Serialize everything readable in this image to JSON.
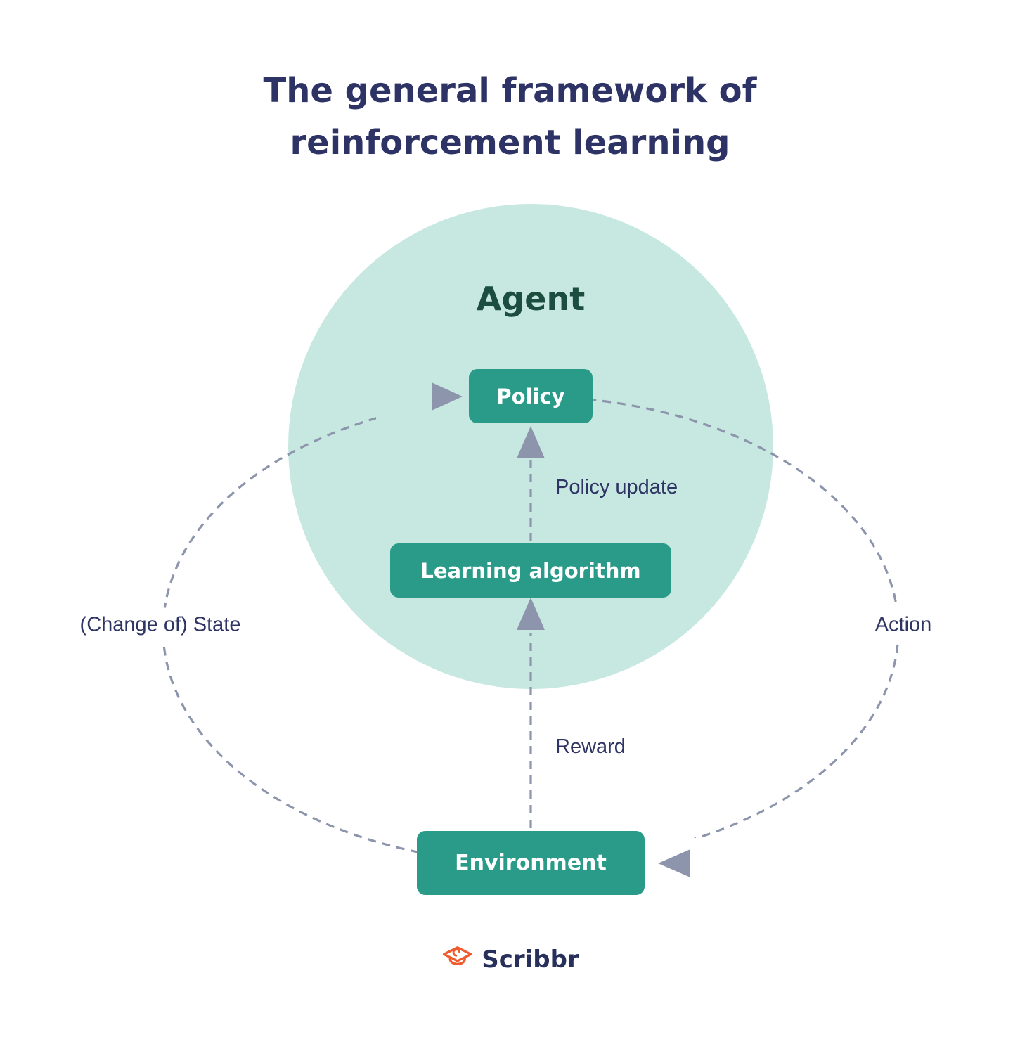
{
  "colors": {
    "bg": "#ffffff",
    "title": "#2e3366",
    "agent-circle": "#c7e8e0",
    "agent-text": "#1b4e3f",
    "node-fill": "#2a9b88",
    "node-text": "#ffffff",
    "dash": "#8d95ad",
    "edge-label": "#2e3464",
    "brand-orange": "#ef5b2d",
    "brand-navy": "#27305a"
  },
  "title": {
    "line1": "The general framework of",
    "line2": "reinforcement learning"
  },
  "diagram": {
    "agent": "Agent",
    "nodes": {
      "policy": "Policy",
      "learning_algorithm": "Learning algorithm",
      "environment": "Environment"
    },
    "labels": {
      "policy_update": "Policy update",
      "reward": "Reward",
      "state": "(Change of) State",
      "action": "Action"
    }
  },
  "brand": "Scribbr"
}
